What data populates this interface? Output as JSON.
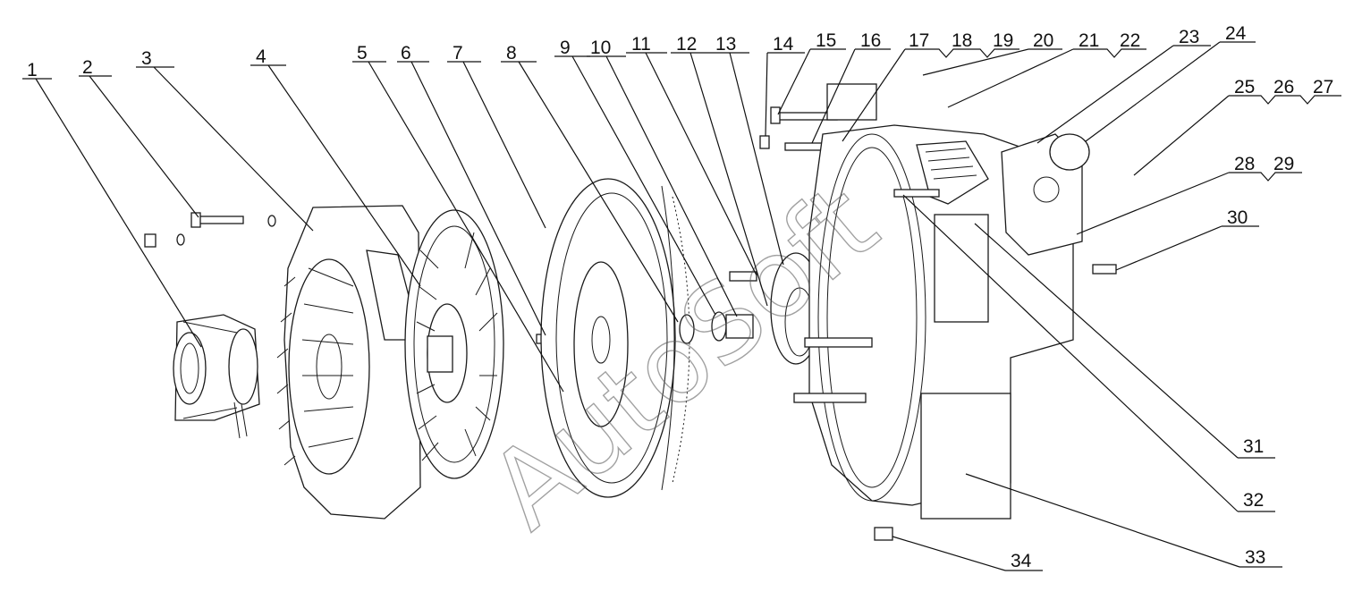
{
  "callouts": [
    "1",
    "2",
    "3",
    "4",
    "5",
    "6",
    "7",
    "8",
    "9",
    "10",
    "11",
    "12",
    "13",
    "14",
    "15",
    "16",
    "17",
    "18",
    "19",
    "20",
    "21",
    "22",
    "23",
    "24",
    "25",
    "26",
    "27",
    "28",
    "29",
    "30",
    "31",
    "32",
    "33",
    "34"
  ],
  "watermark": "AutoSoft"
}
